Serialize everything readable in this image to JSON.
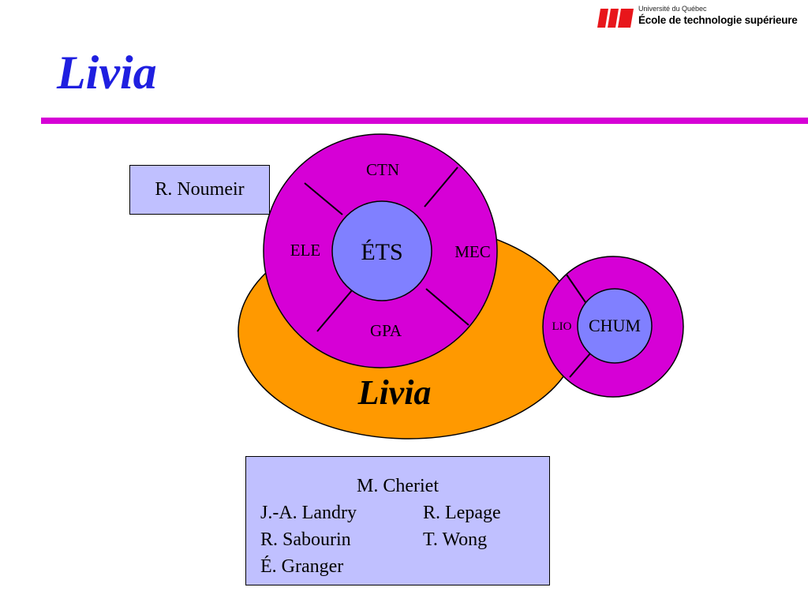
{
  "logo": {
    "line1": "Université du Québec",
    "line2": "École de technologie supérieure",
    "color": "#e8161b"
  },
  "title": "Livia",
  "colors": {
    "title": "#1f1fe0",
    "rule": "#d600d6",
    "ring": "#d600d6",
    "core": "#8080ff",
    "ellipse": "#ff9900",
    "box": "#c0c0ff"
  },
  "diagram": {
    "ets": {
      "center": "ÉTS",
      "segments": {
        "top": "CTN",
        "right": "MEC",
        "bottom": "GPA",
        "left": "ELE"
      }
    },
    "chum": {
      "center": "CHUM",
      "segment_left": "LIO"
    },
    "ellipse_label": "Livia"
  },
  "people": {
    "lead_external": "R. Noumeir",
    "lead": "M. Cheriet",
    "members": [
      [
        "J.-A. Landry",
        "R. Lepage"
      ],
      [
        "R. Sabourin",
        "T. Wong"
      ],
      [
        "É. Granger",
        ""
      ]
    ]
  }
}
